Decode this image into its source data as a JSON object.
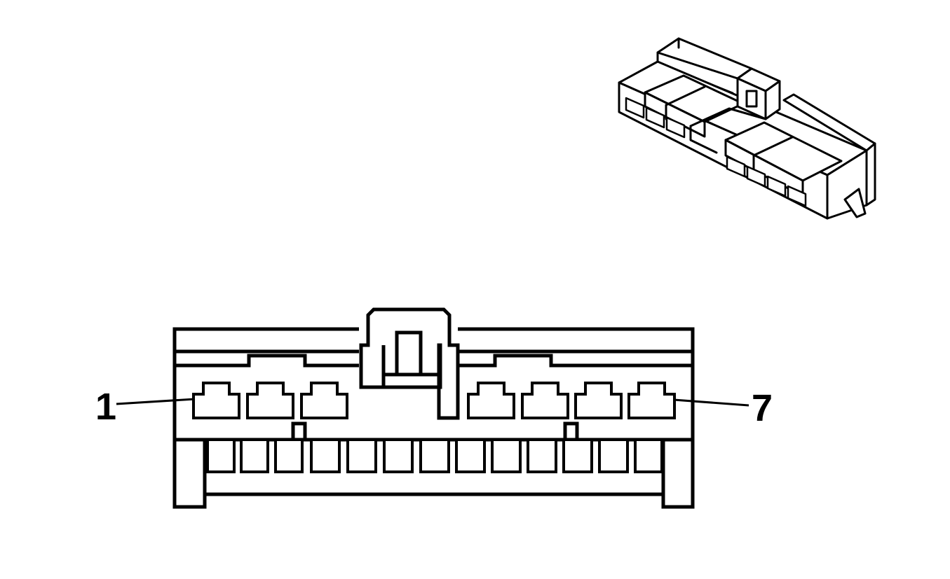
{
  "diagram": {
    "labels": {
      "pin_first": "1",
      "pin_last": "7"
    },
    "colors": {
      "stroke": "#000000",
      "background": "#ffffff"
    },
    "connector_face": {
      "cavity_count": 7,
      "lower_slot_count": 13
    },
    "isometric_view": {
      "visible_cavity_count": 7
    }
  }
}
